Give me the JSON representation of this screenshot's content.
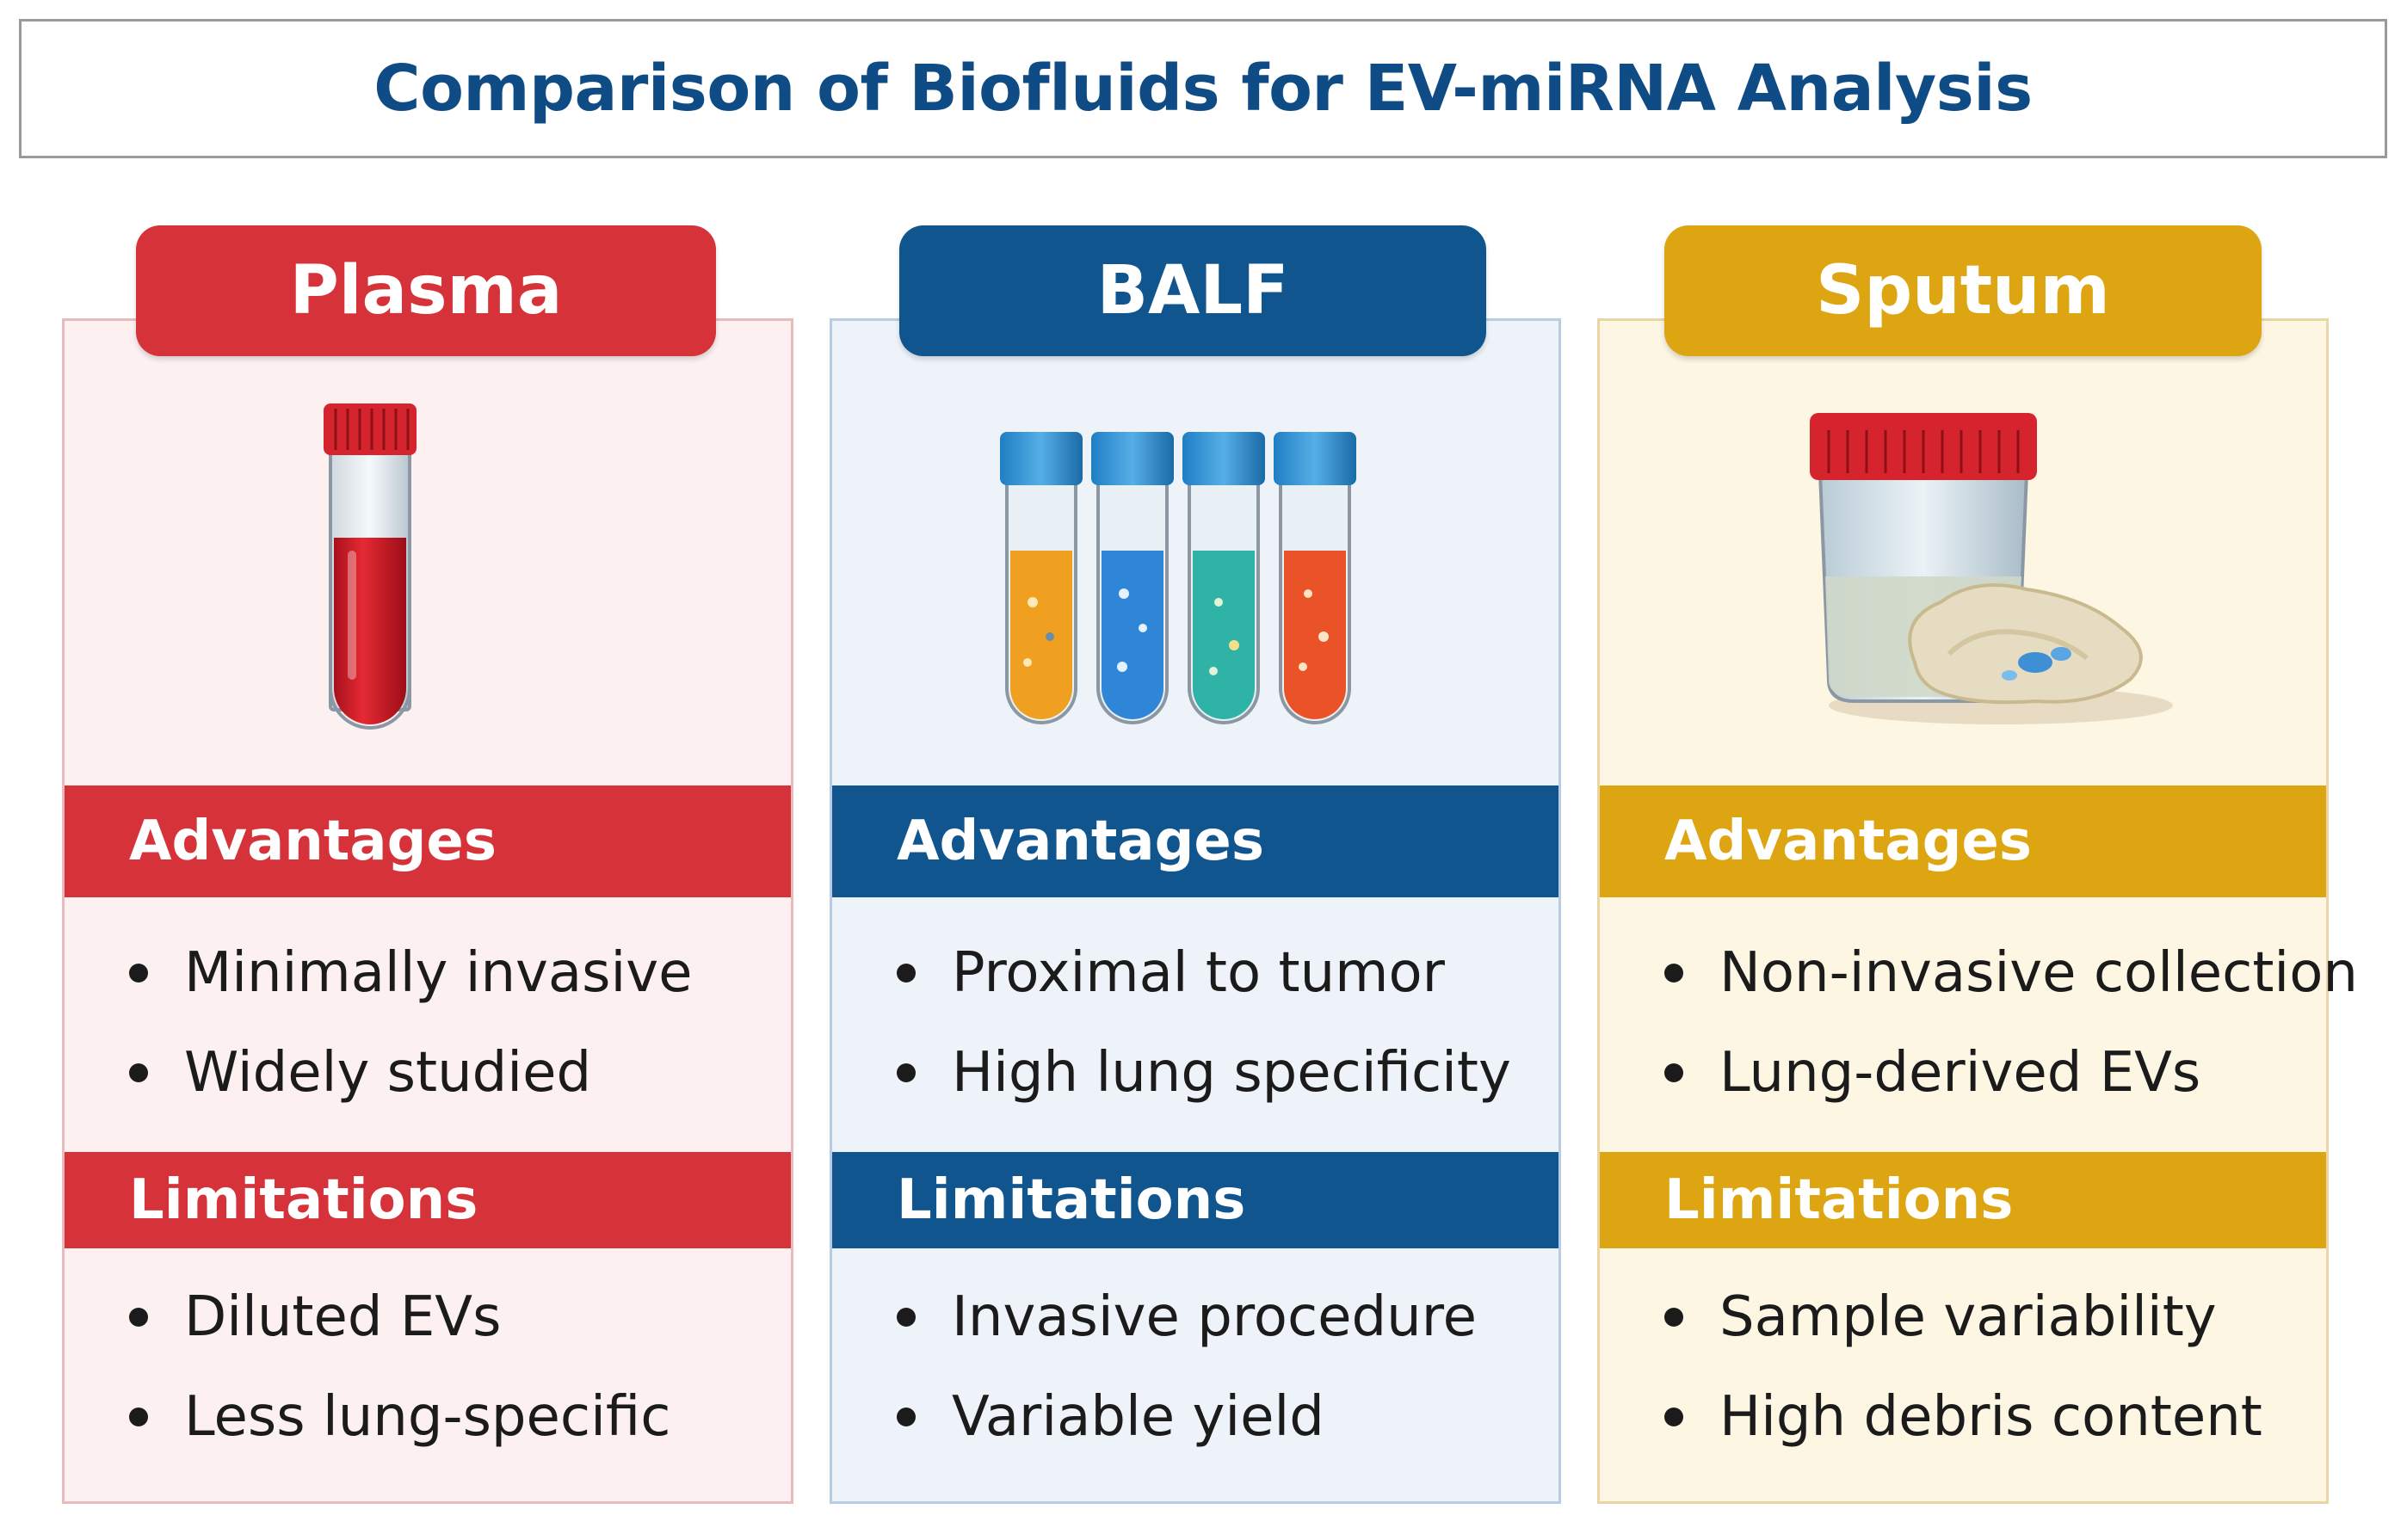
{
  "title": "Comparison of Biofluids for EV-miRNA Analysis",
  "colors": {
    "plasma": "#d6323a",
    "balf": "#11558f",
    "sputum": "#dea512",
    "title": "#0f4c85"
  },
  "cards": [
    {
      "name": "Plasma",
      "illustration": "blood-tube-icon",
      "advantages_label": "Advantages",
      "advantages": [
        "Minimally invasive",
        "Widely studied"
      ],
      "limitations_label": "Limitations",
      "limitations": [
        "Diluted EVs",
        "Less lung-specific"
      ]
    },
    {
      "name": "BALF",
      "illustration": "sample-tubes-icon",
      "advantages_label": "Advantages",
      "advantages": [
        "Proximal to tumor",
        "High lung specificity"
      ],
      "limitations_label": "Limitations",
      "limitations": [
        "Invasive procedure",
        "Variable yield"
      ]
    },
    {
      "name": "Sputum",
      "illustration": "sputum-cup-icon",
      "advantages_label": "Advantages",
      "advantages": [
        "Non-invasive collection",
        "Lung-derived EVs"
      ],
      "limitations_label": "Limitations",
      "limitations": [
        "Sample variability",
        "High debris content"
      ]
    }
  ]
}
